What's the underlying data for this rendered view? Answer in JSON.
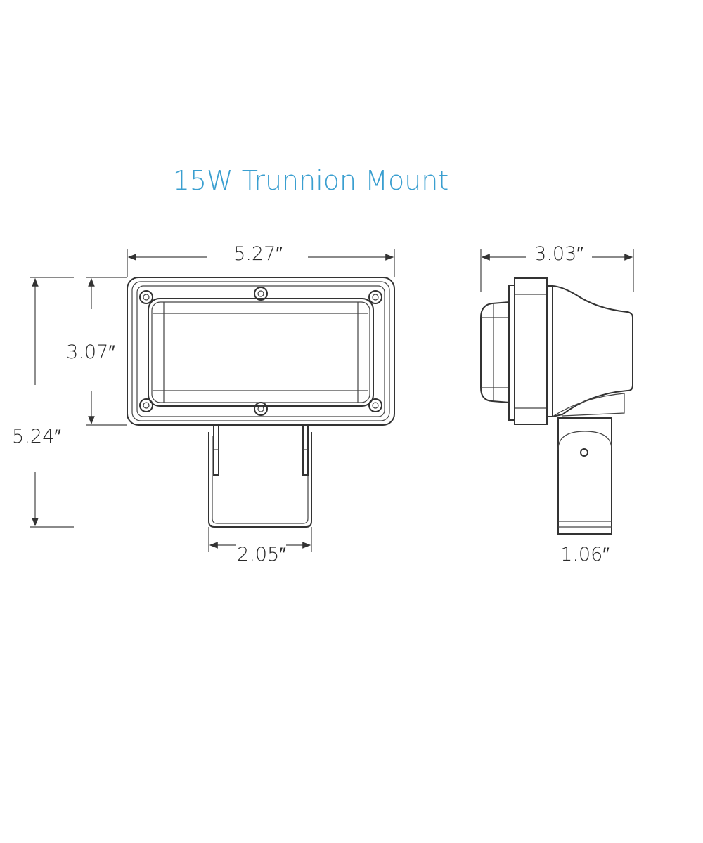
{
  "title": "15W Trunnion Mount",
  "colors": {
    "title": "#3a9fd0",
    "lines": "#333333"
  },
  "front_view": {
    "width_label": "5.27″",
    "lens_height_label": "3.07″",
    "overall_height_label": "5.24″",
    "bracket_width_label": "2.05″"
  },
  "side_view": {
    "depth_label": "3.03″",
    "arm_width_label": "1.06″"
  }
}
